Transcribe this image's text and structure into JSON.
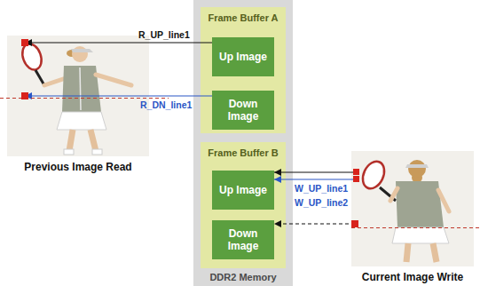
{
  "diagram": {
    "nodes": [
      {
        "text": [
          "DDR2 Memory"
        ]
      },
      {
        "text": [
          "Frame Buffer A"
        ],
        "in": 0
      },
      {
        "text": [
          "Up Image"
        ],
        "in": 1
      },
      {
        "text": [
          "Down Image"
        ],
        "in": 1
      },
      {
        "text": [
          "Frame Buffer B"
        ],
        "in": 0
      },
      {
        "text": [
          "Up Image"
        ],
        "in": 4
      },
      {
        "text": [
          "Down Image"
        ],
        "in": 4
      },
      {
        "text": [
          "Previous Image Read"
        ]
      },
      {
        "text": [
          "Current Image Write"
        ]
      }
    ],
    "edges": [
      {
        "from": 2,
        "to": 7,
        "arrow": "to",
        "label": "R_UP_line1"
      },
      {
        "from": 3,
        "to": 7,
        "arrow": "to",
        "label": "R_DN_line1"
      },
      {
        "from": 8,
        "to": 5,
        "arrow": "to",
        "label": "W_UP_line1"
      },
      {
        "from": 8,
        "to": 5,
        "arrow": "to",
        "label": "W_UP_line2"
      },
      {
        "from": 8,
        "to": 6,
        "arrow": "to"
      }
    ]
  }
}
